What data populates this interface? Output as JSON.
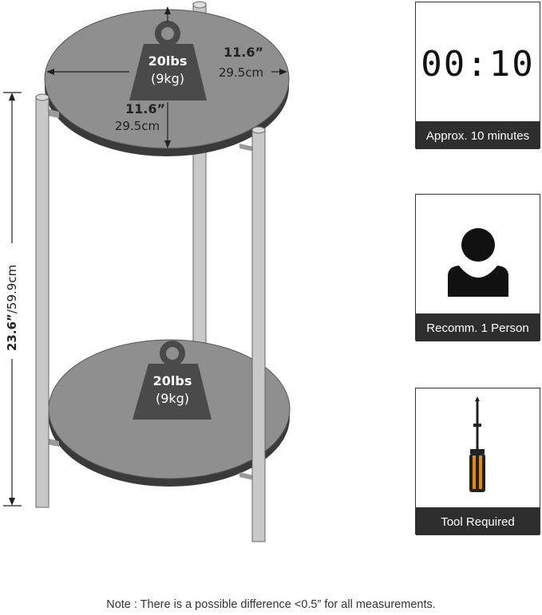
{
  "product": {
    "top_tier": {
      "width_label": "11.6”",
      "width_metric": "29.5cm",
      "depth_label": "11.6”",
      "depth_metric": "29.5cm",
      "load_lbs": "20lbs",
      "load_kg": "(9kg)"
    },
    "bottom_tier": {
      "load_lbs": "20lbs",
      "load_kg": "(9kg)"
    },
    "height_label": "23.6”",
    "height_metric": "/59.9cm"
  },
  "cards": {
    "time": {
      "display": "00:10",
      "label": "Approx. 10 minutes",
      "icon": "digital-clock-icon"
    },
    "person": {
      "label": "Recomm. 1 Person",
      "icon": "person-icon"
    },
    "tool": {
      "label": "Tool Required",
      "icon": "screwdriver-icon"
    }
  },
  "colors": {
    "tabletop": "#8f8f8f",
    "tabletop_edge": "#3a3a3a",
    "leg": "#c8c8c8",
    "weight_icon": "#4a4a4a",
    "label_bar": "#2e2e2e"
  },
  "footnote": "Note : There is a possible difference <0.5” for all measurements."
}
